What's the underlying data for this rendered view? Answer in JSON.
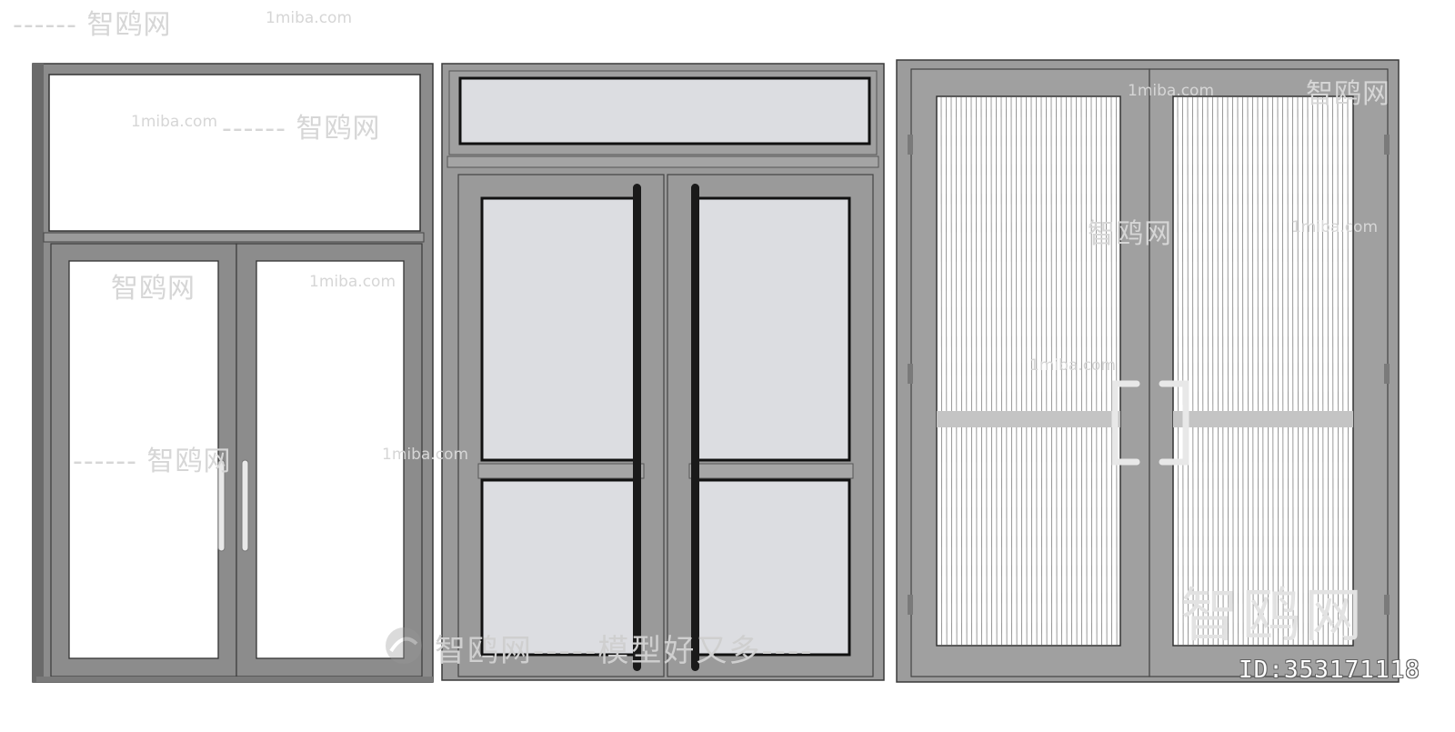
{
  "watermark": {
    "brand_cn": "智鸥网",
    "site": "1miba.com",
    "dash_brand": "------ 智鸥网",
    "tagline": "智鸥网-----模型好又多----",
    "big": "智鸥网",
    "id_text": "ID:353171118"
  },
  "colors": {
    "frame": "#8c8c8c",
    "frame_dark": "#6e6e6e",
    "glass_clear": "#ffffff",
    "glass_tint": "#dcdde1",
    "handle": "#1a1a1a",
    "handle_light": "#e8e8e8"
  }
}
